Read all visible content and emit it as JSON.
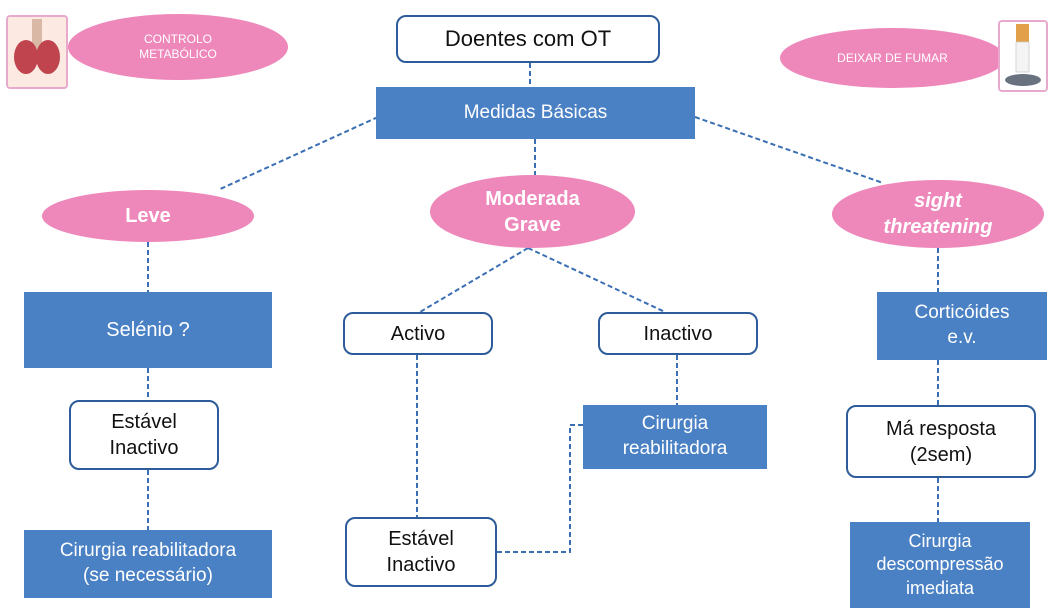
{
  "top": {
    "title": "Doentes com OT",
    "basic": "Medidas Básicas"
  },
  "corners": {
    "left_label": "CONTROLO\nMETABÓLICO",
    "right_label": "DEIXAR DE FUMAR",
    "left_icon": "thyroid-illustration",
    "right_icon": "cigarette-ashtray-illustration"
  },
  "severity": {
    "mild": "Leve",
    "moderate": "Moderada\nGrave",
    "sight": "sight\nthreatening"
  },
  "mild_branch": {
    "selenium": "Selénio ?",
    "stable": "Estável\nInactivo",
    "surgery": "Cirurgia reabilitadora\n(se necessário)"
  },
  "moderate_branch": {
    "active": "Activo",
    "inactive": "Inactivo",
    "stable": "Estável\nInactivo",
    "surgery": "Cirurgia\nreabilitadora"
  },
  "sight_branch": {
    "steroids": "Corticóides\ne.v.",
    "poor_response": "Má resposta\n(2sem)",
    "surgery": "Cirurgia\ndescompressão\nimediata"
  },
  "colors": {
    "blue_box": "#4a80c4",
    "white_box_border": "#2e5c9a",
    "pink_ellipse": "#ee88bb",
    "connector": "#3a6fb3"
  }
}
